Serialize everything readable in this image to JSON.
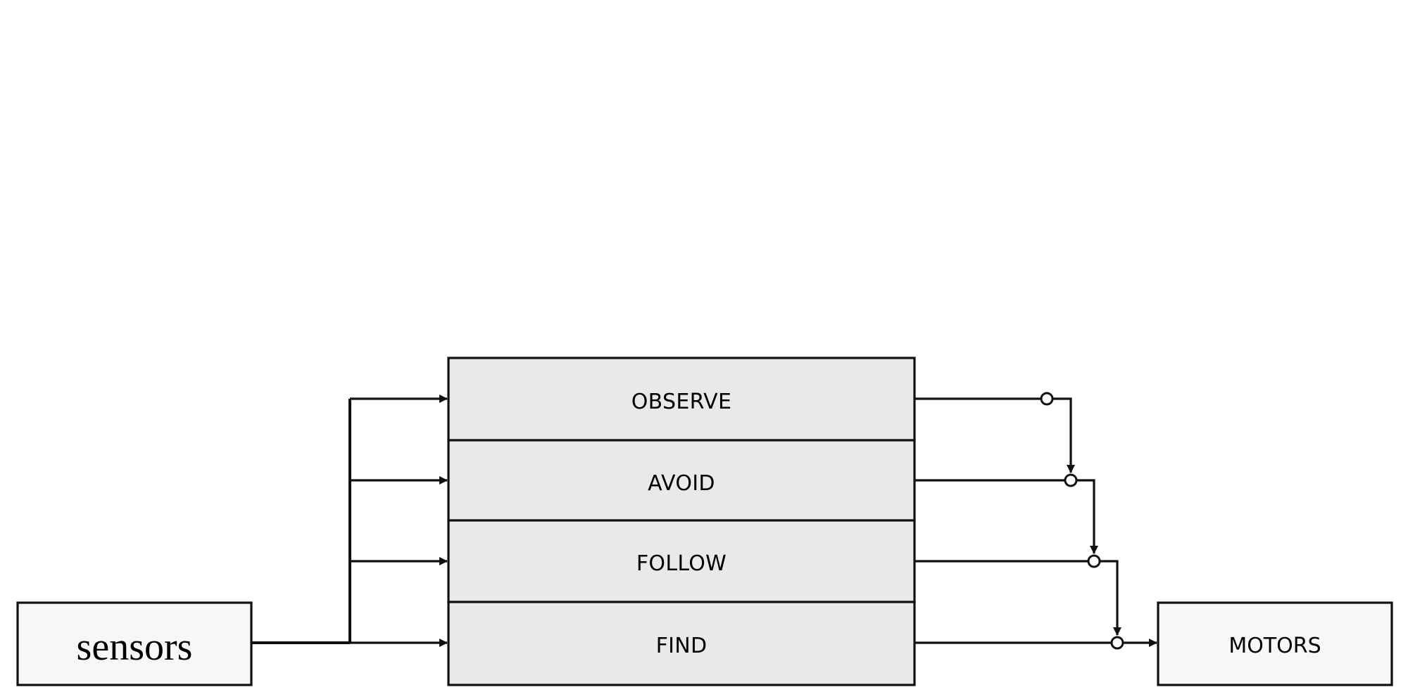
{
  "sensors": {
    "label": "sensors",
    "fill": "#f7f7f7"
  },
  "motors": {
    "label": "MOTORS",
    "fill": "#f7f7f7"
  },
  "layers": [
    {
      "label": "OBSERVE"
    },
    {
      "label": "AVOID"
    },
    {
      "label": "FOLLOW"
    },
    {
      "label": "FIND"
    }
  ],
  "colors": {
    "layer_fill": "#e9e9e9",
    "stroke": "#111111",
    "background": "#ffffff"
  }
}
